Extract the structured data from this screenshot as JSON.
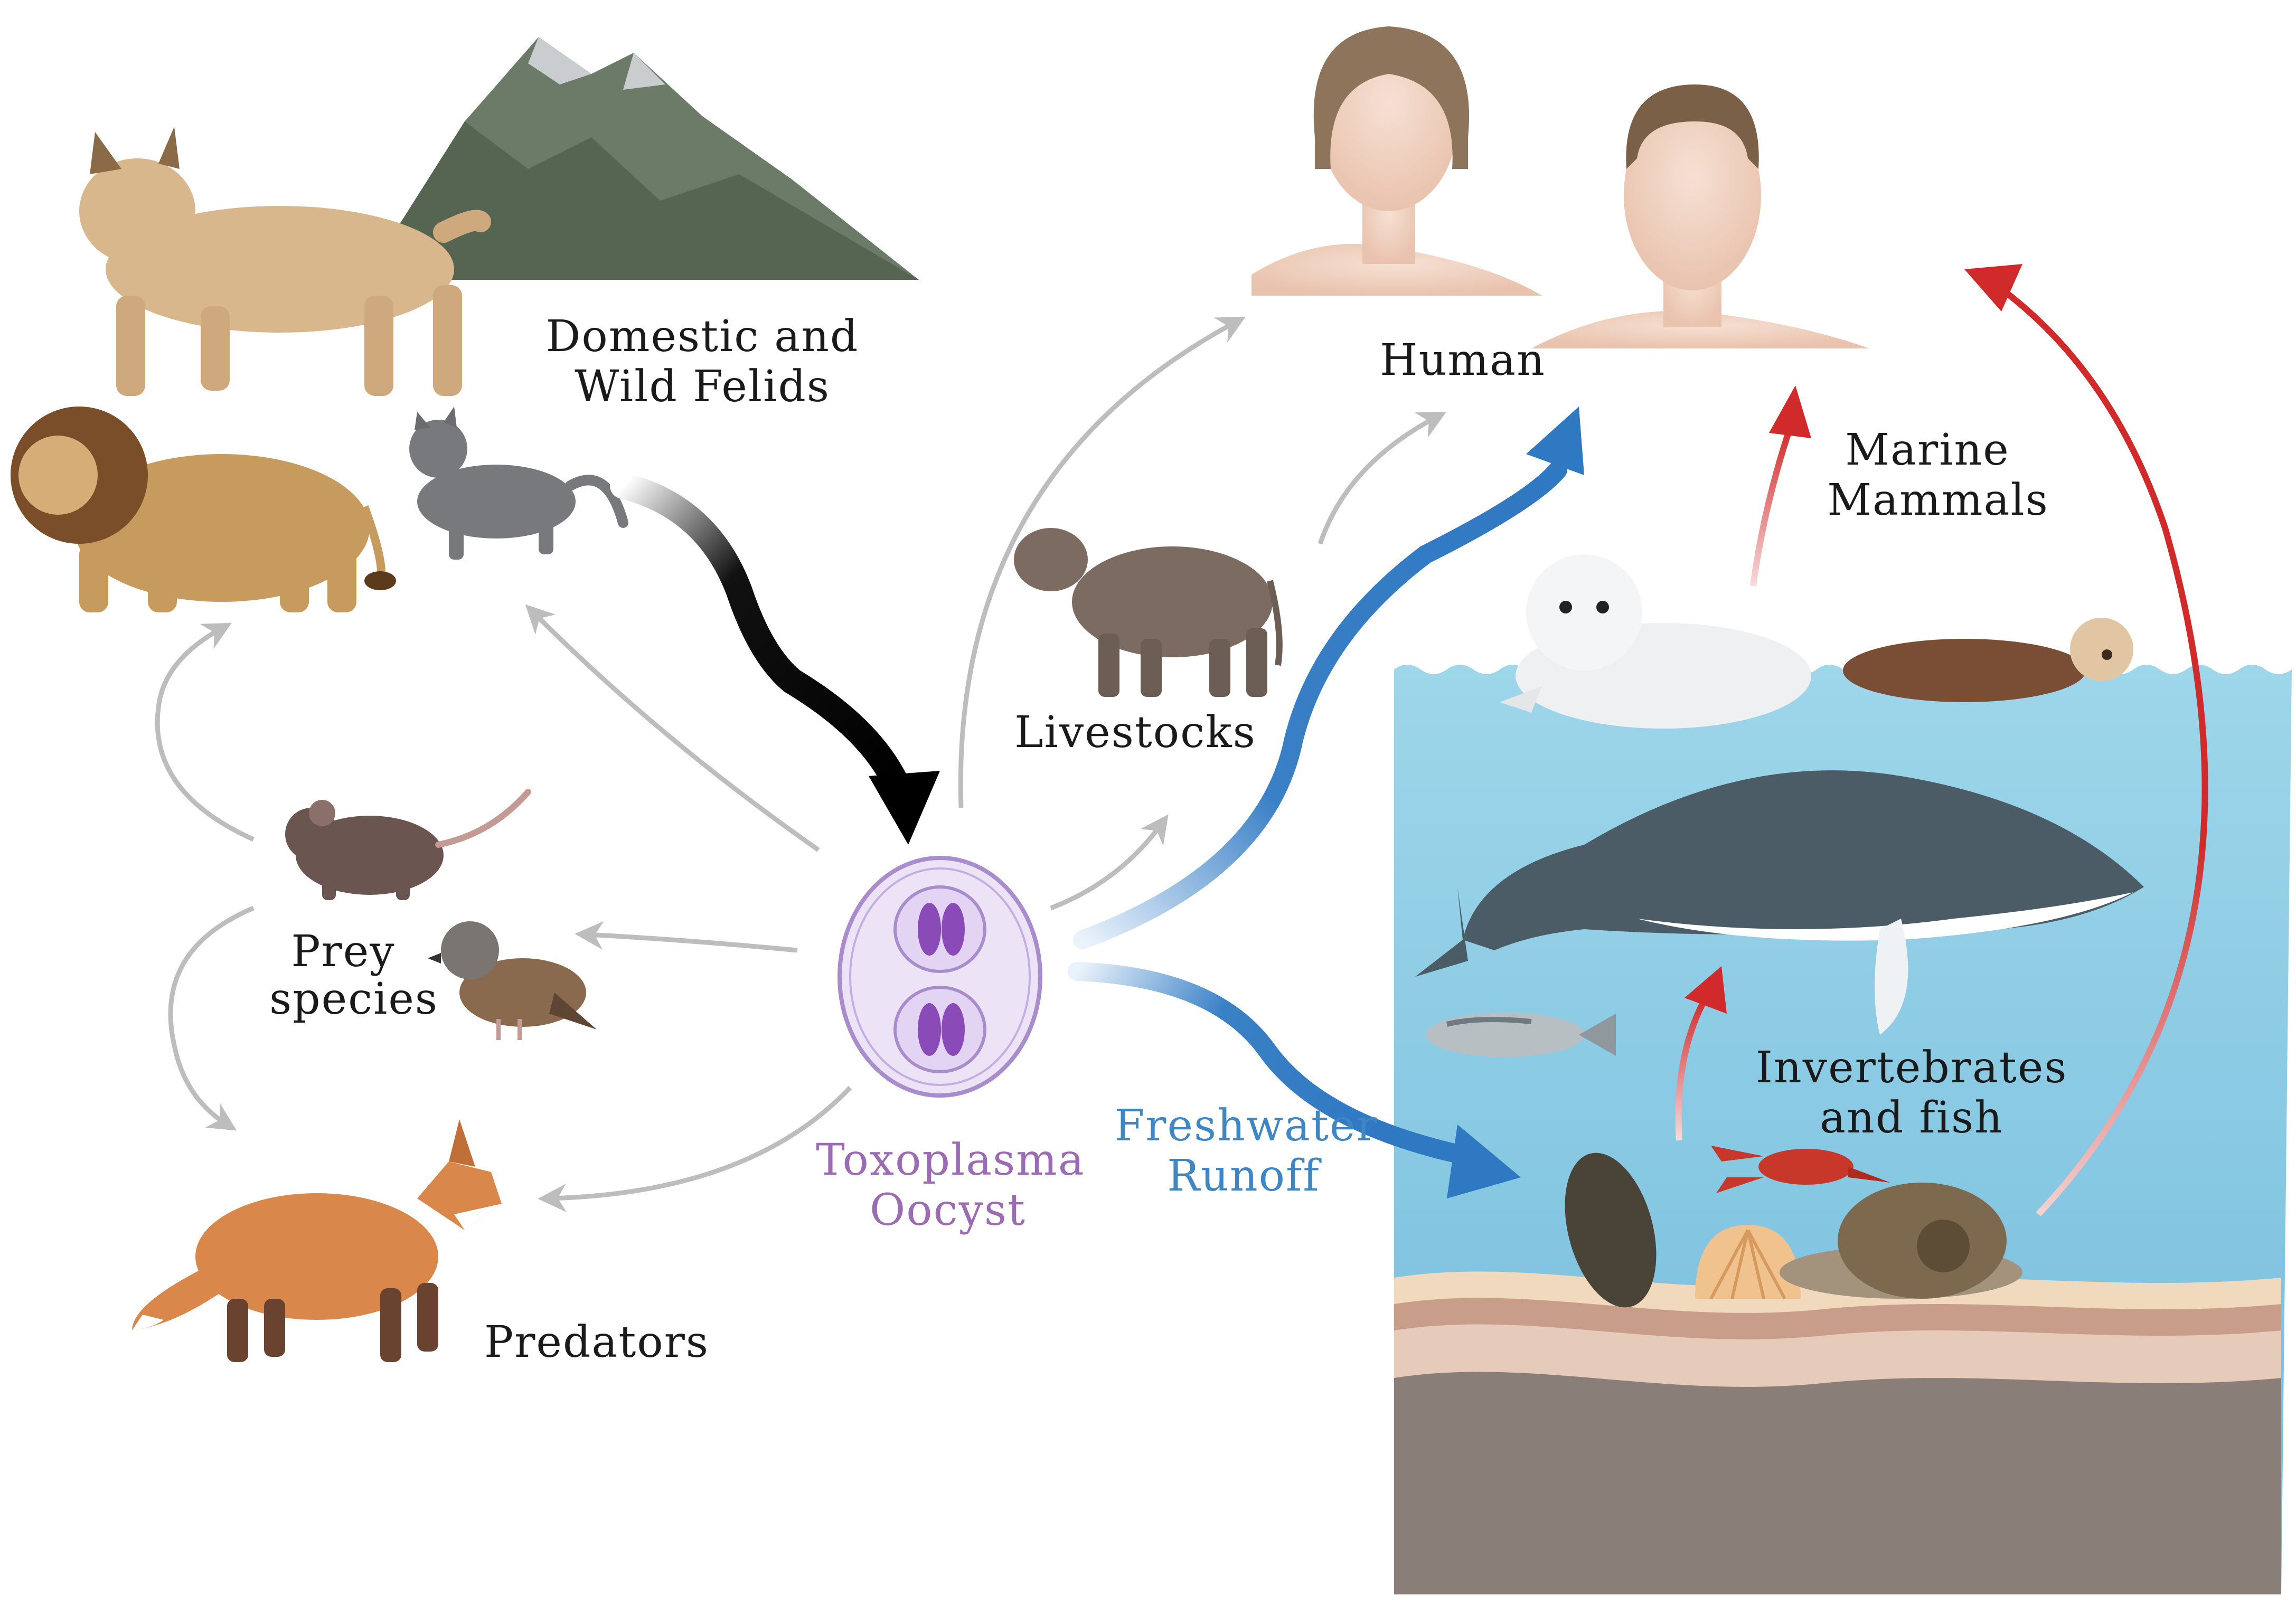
{
  "labels": {
    "felids": [
      "Domestic and",
      "Wild Felids"
    ],
    "human": "Human",
    "marine_mammals": [
      "Marine",
      "Mammals"
    ],
    "livestocks": "Livestocks",
    "prey": [
      "Prey",
      "species"
    ],
    "oocyst": [
      "Toxoplasma",
      "Oocyst"
    ],
    "runoff": [
      "Freshwater",
      "Runoff"
    ],
    "invertebrates": [
      "Invertebrates",
      "and fish"
    ],
    "predators": "Predators"
  },
  "colors": {
    "felid_to_oocyst": "#000000",
    "runoff": "#3a80c6",
    "marine_transfer": "#d02a2a",
    "minor_path": "#bdbdbd",
    "oocyst": "#9b6bb3",
    "ocean": "#8fcfe6",
    "seabed": "#8a7f78"
  },
  "icons": [
    "mountain-icon",
    "lynx-icon",
    "lion-icon",
    "cat-icon",
    "woman-icon",
    "man-icon",
    "cow-icon",
    "mouse-icon",
    "sparrow-icon",
    "fox-icon",
    "seal-icon",
    "sea-otter-icon",
    "whale-icon",
    "salmon-icon",
    "crayfish-icon",
    "mussel-icon",
    "scallop-icon",
    "snail-icon",
    "oocyst-icon"
  ]
}
